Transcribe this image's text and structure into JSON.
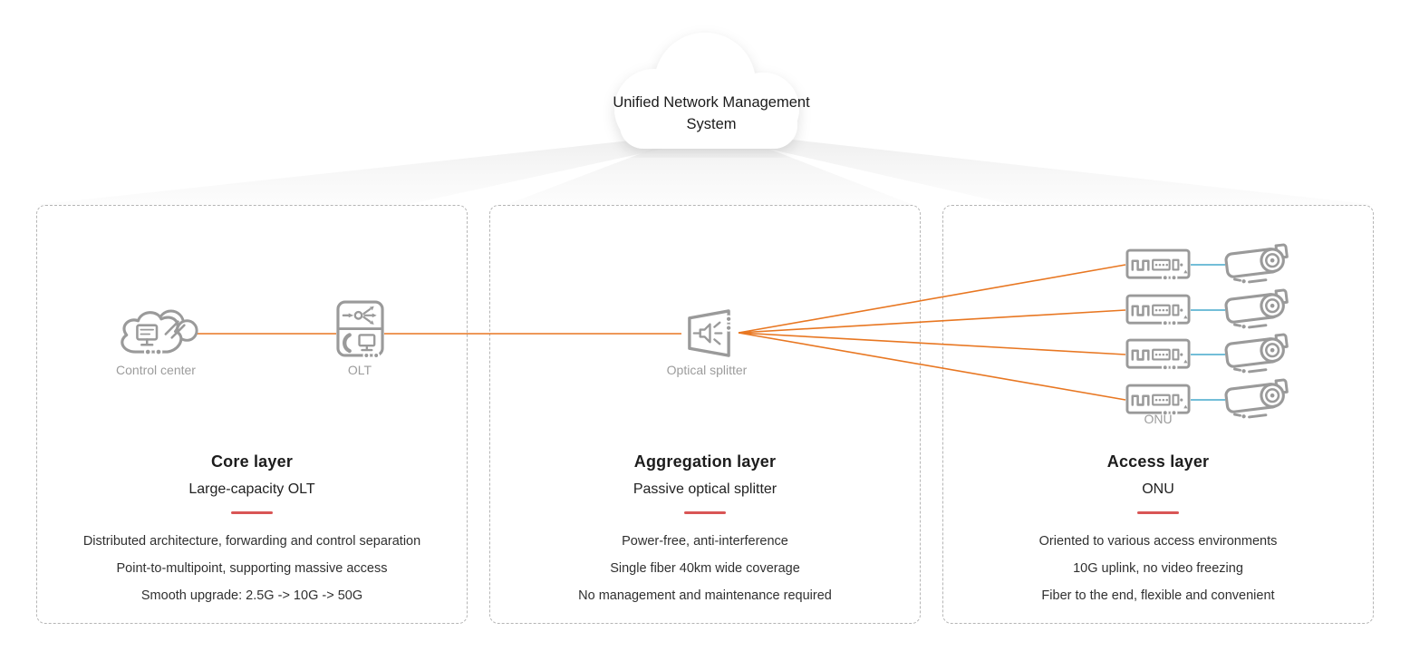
{
  "theme": {
    "orange": "#e87722",
    "blue": "#45a9cc",
    "red": "#d95555",
    "icon": "#9a9a9a",
    "label": "#9c9c9c",
    "ink": "#1c1c1c",
    "feat": "#303030",
    "border": "#b5b5b5"
  },
  "cloud": {
    "label": "Unified Network Management System"
  },
  "nodes": {
    "control_center": "Control center",
    "olt": "OLT",
    "optical_splitter": "Optical splitter",
    "onu": "ONU"
  },
  "icons": {
    "management_cloud": "white-cloud-icon",
    "control_center": "cloud-with-monitor-icon",
    "olt": "olt-chassis-icon",
    "optical_splitter": "splitter-horn-icon",
    "onu": "onu-box-icon",
    "camera": "bullet-camera-icon"
  },
  "panels": [
    {
      "title": "Core layer",
      "subtitle": "Large-capacity OLT",
      "features": [
        "Distributed architecture, forwarding and control separation",
        "Point-to-multipoint, supporting massive access",
        "Smooth upgrade: 2.5G -> 10G -> 50G"
      ]
    },
    {
      "title": "Aggregation layer",
      "subtitle": "Passive optical splitter",
      "features": [
        "Power-free, anti-interference",
        "Single fiber 40km wide coverage",
        "No management and maintenance required"
      ]
    },
    {
      "title": "Access layer",
      "subtitle": "ONU",
      "features": [
        "Oriented to various access environments",
        "10G uplink, no video freezing",
        "Fiber to the end, flexible and convenient"
      ]
    }
  ]
}
